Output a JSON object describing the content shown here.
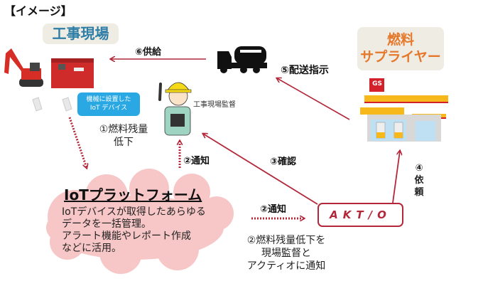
{
  "header": {
    "title": "【イメージ】"
  },
  "nodes": {
    "site": {
      "label": "工事現場"
    },
    "supplier": {
      "line1": "燃料",
      "line2": "サプライヤー"
    },
    "iot_device": {
      "line1": "機械に設置した",
      "line2": "IoT デバイス"
    },
    "supervisor": {
      "label": "工事現場監督"
    },
    "platform": {
      "title": "IoTプラットフォーム",
      "body": [
        "IoTデバイスが取得したあらゆる",
        "データを一括管理。",
        "アラート機能やレポート作成",
        "などに活用。"
      ]
    },
    "aktio": {
      "logo": "AKT/O"
    },
    "gas_station": {
      "sign": "GS"
    }
  },
  "steps": {
    "fuel_low": {
      "line1": "①燃料残量",
      "line2": "低下"
    },
    "notify_supervisor": "②通知",
    "notify_aktio": "②通知",
    "notify_desc": {
      "line1": "②燃料残量低下を",
      "line2": "現場監督と",
      "line3": "アクティオに通知"
    },
    "confirm": "③確認",
    "request": {
      "num": "④",
      "c1": "依",
      "c2": "頼"
    },
    "delivery": "⑤配送指示",
    "supply": "⑥供給"
  },
  "colors": {
    "arrow": "#b2283a",
    "site_text": "#2e7ea6",
    "supplier_text": "#e5782b",
    "label_box_bg": "#efece4",
    "cloud": "#f7c6c6",
    "device_badge": "#2aa8e3"
  }
}
